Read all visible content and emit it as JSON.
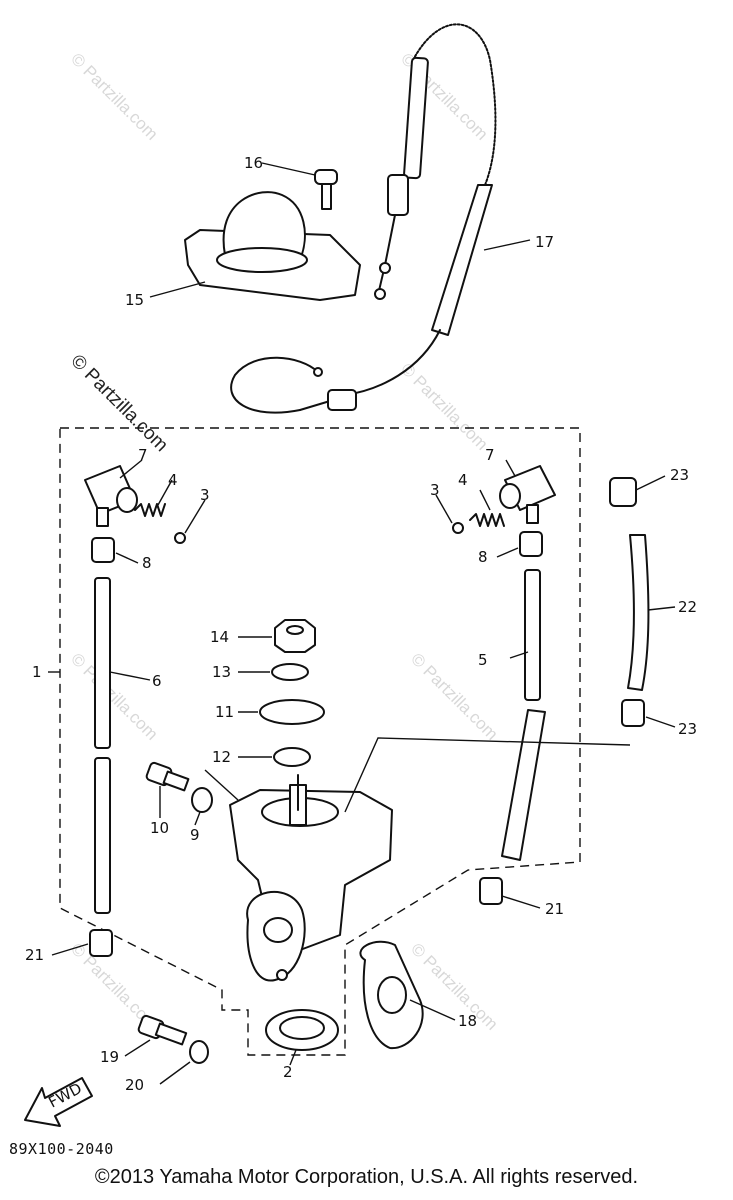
{
  "diagram": {
    "part_numbers": [
      "1",
      "2",
      "3",
      "3",
      "4",
      "4",
      "5",
      "6",
      "7",
      "7",
      "8",
      "8",
      "9",
      "10",
      "11",
      "12",
      "13",
      "14",
      "15",
      "16",
      "17",
      "18",
      "19",
      "20",
      "21",
      "21",
      "22",
      "23",
      "23"
    ],
    "direction_label": "FWD",
    "drawing_code": "89X100-2040",
    "watermark_text": "© Partzilla.com",
    "copyright": "©2013  Yamaha Motor Corporation, U.S.A. All rights reserved."
  }
}
